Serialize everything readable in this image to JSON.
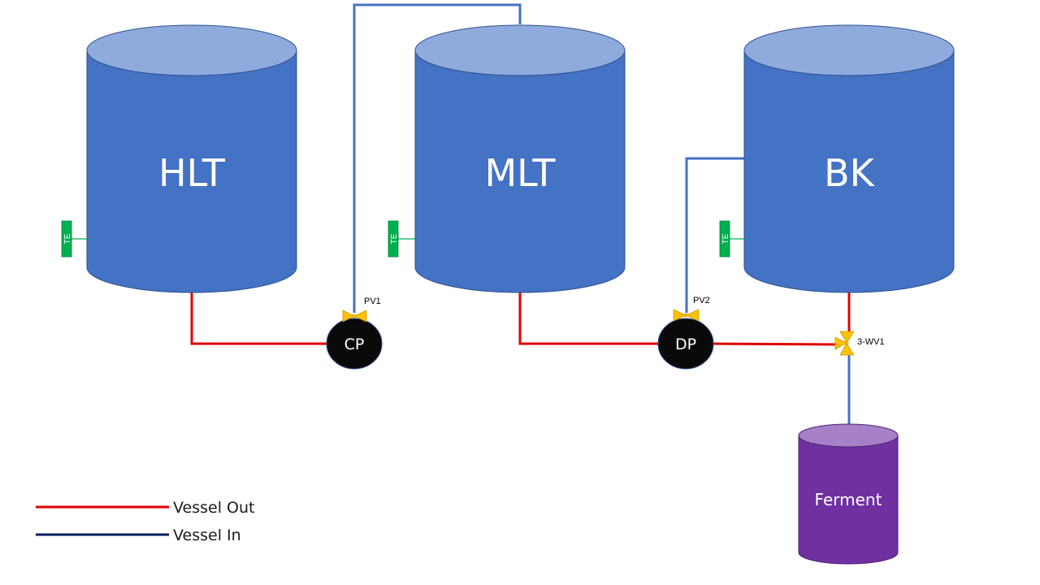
{
  "vessels": {
    "hlt": {
      "label": "HLT"
    },
    "mlt": {
      "label": "MLT"
    },
    "bk": {
      "label": "BK"
    },
    "ferment": {
      "label": "Ferment"
    }
  },
  "pumps": {
    "cp": {
      "label": "CP"
    },
    "dp": {
      "label": "DP"
    }
  },
  "valves": {
    "pv1": {
      "label": "PV1"
    },
    "pv2": {
      "label": "PV2"
    },
    "three_way": {
      "label": "3-WV1"
    }
  },
  "sensors": {
    "te_label": "TE"
  },
  "legend": {
    "out_label": "Vessel Out",
    "in_label": "Vessel In"
  },
  "colors": {
    "vessel_body": "#4472C4",
    "vessel_top": "#8FAADC",
    "ferment_body": "#7030A0",
    "ferment_top": "#A681C9",
    "pump": "#0a0a0a",
    "valve": "#FFC000",
    "sensor": "#00B050",
    "pipe_out": "#E00000",
    "pipe_in": "#4472C4",
    "legend_in": "#0a1f5c"
  }
}
